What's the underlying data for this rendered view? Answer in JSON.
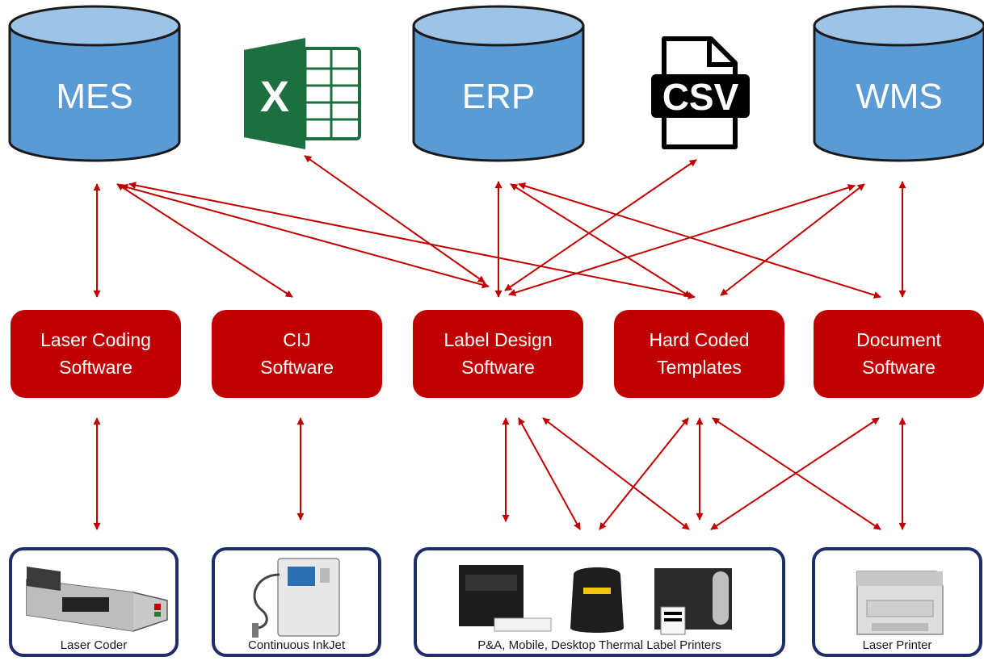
{
  "sources": {
    "mes": {
      "label": "MES"
    },
    "excel": {
      "icon": "excel-icon",
      "letter": "X",
      "color": "#1d6f42"
    },
    "erp": {
      "label": "ERP"
    },
    "csv": {
      "icon": "csv-file-icon",
      "text": "CSV"
    },
    "wms": {
      "label": "WMS"
    }
  },
  "software": [
    {
      "line1": "Laser Coding",
      "line2": "Software"
    },
    {
      "line1": "CIJ",
      "line2": "Software"
    },
    {
      "line1": "Label Design",
      "line2": "Software"
    },
    {
      "line1": "Hard Coded",
      "line2": "Templates"
    },
    {
      "line1": "Document",
      "line2": "Software"
    }
  ],
  "devices": [
    {
      "label": "Laser Coder",
      "icon": "laser-coder-icon"
    },
    {
      "label": "Continuous InkJet",
      "icon": "cij-printer-icon"
    },
    {
      "label": "P&A, Mobile, Desktop Thermal Label Printers",
      "icon": "thermal-printers-icon"
    },
    {
      "label": "Laser Printer",
      "icon": "laser-printer-icon"
    }
  ],
  "colors": {
    "database_fill": "#5b9bd5",
    "database_top": "#9dc3e6",
    "database_stroke": "#1a1a1a",
    "software_fill": "#c00000",
    "arrow": "#c00000",
    "device_border": "#1f2d6b"
  }
}
